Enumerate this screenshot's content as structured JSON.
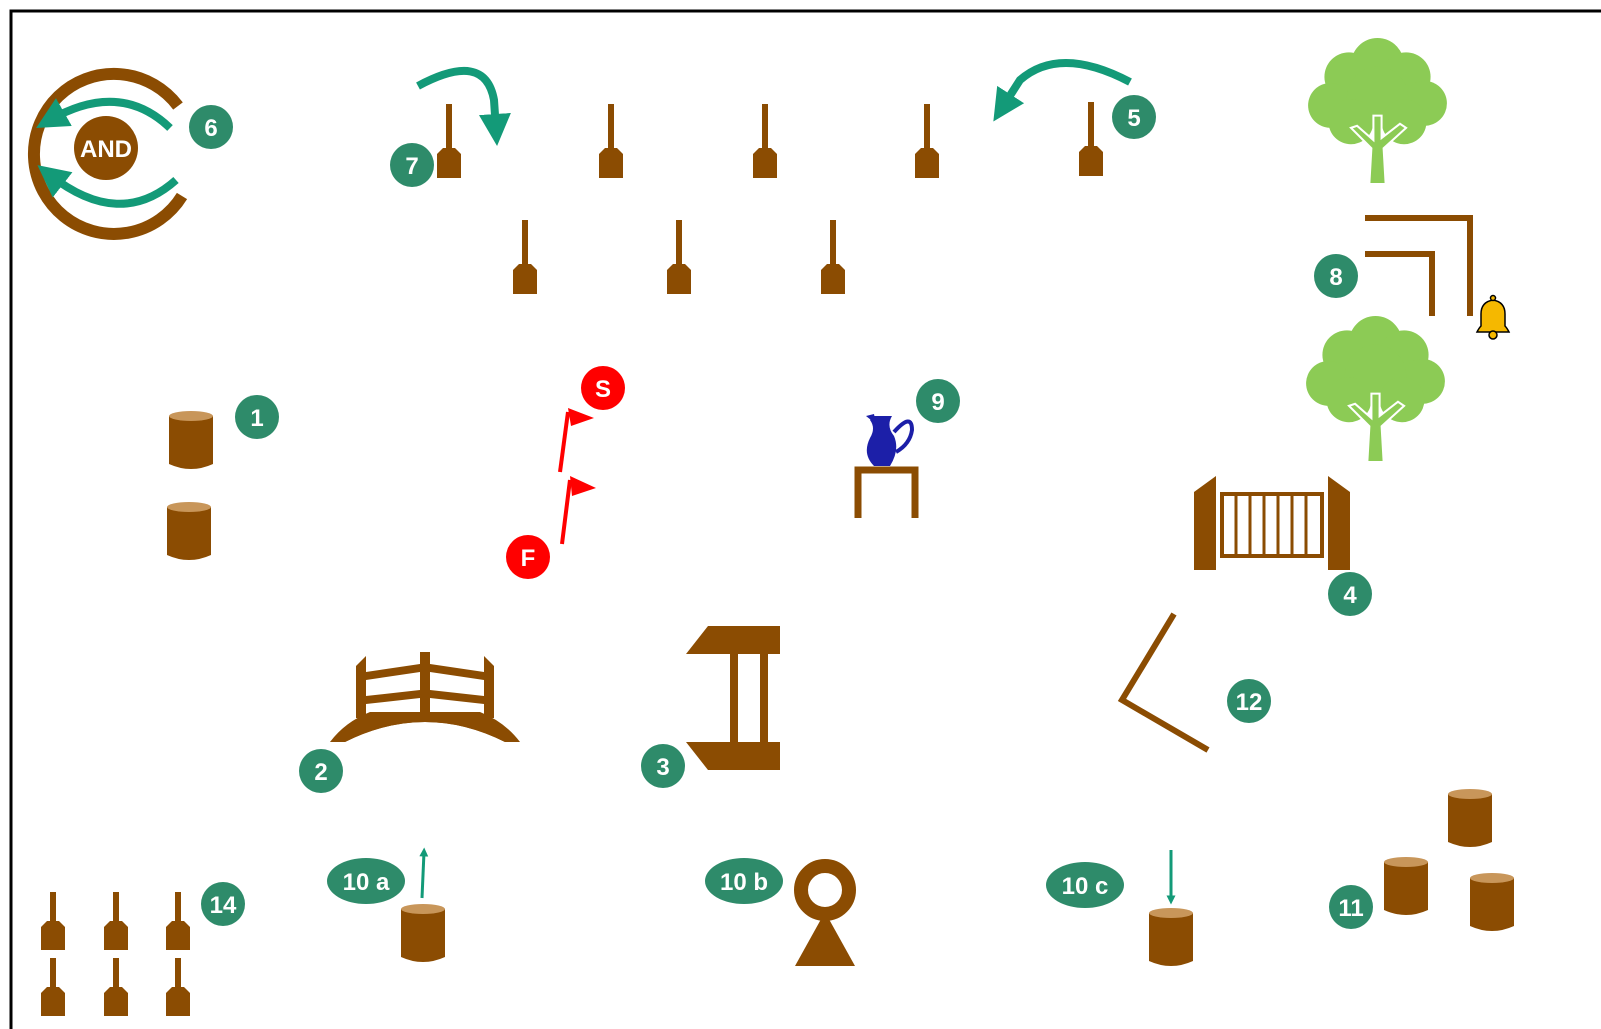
{
  "colors": {
    "wood": "#8B4C02",
    "wood_top": "#C8965A",
    "marker": "#2E8B6A",
    "flag": "#FF0000",
    "tree": "#8CCB55",
    "tree_trunk": "#8CCB55",
    "jug": "#1C1FA8",
    "bell": "#F5B800",
    "arrow": "#139A78",
    "frame": "#000000"
  },
  "markers": {
    "m1": "1",
    "m2": "2",
    "m3": "3",
    "m4": "4",
    "m5": "5",
    "m6": "6",
    "m7": "7",
    "m8": "8",
    "m9": "9",
    "m10a": "10 a",
    "m10b": "10 b",
    "m10c": "10 c",
    "m11": "11",
    "m12": "12",
    "m14": "14"
  },
  "flags": {
    "start": "S",
    "finish": "F"
  },
  "and_label": "AND",
  "icons": [
    "barrel-icon",
    "pole-icon",
    "bridge-icon",
    "table-icon",
    "gate-icon",
    "tree-icon",
    "bell-icon",
    "jug-icon",
    "flag-icon",
    "arrow-icon",
    "target-icon"
  ]
}
